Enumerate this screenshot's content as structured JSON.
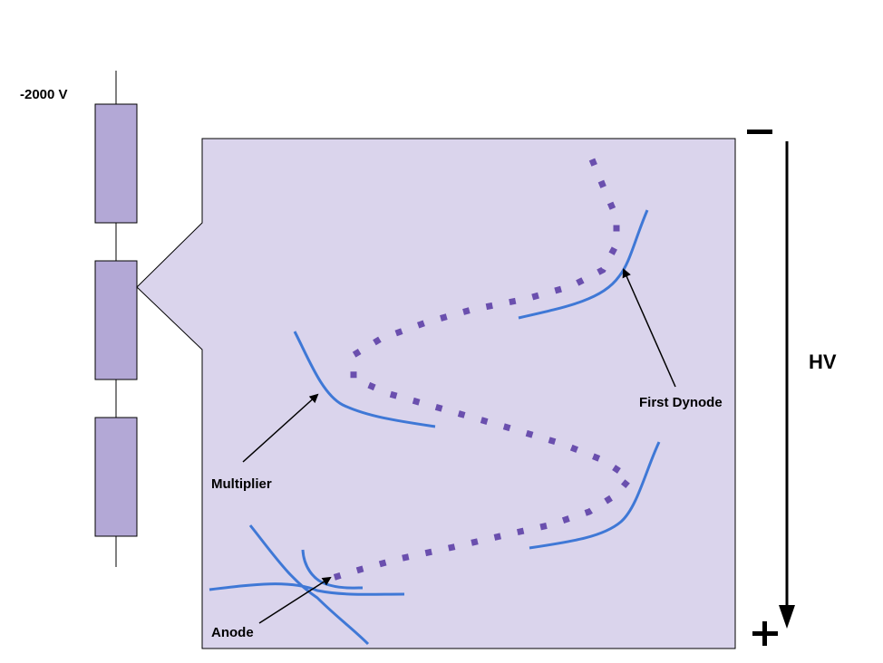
{
  "labels": {
    "voltage": "-2000 V",
    "hv": "HV",
    "first_dynode": "First Dynode",
    "multiplier": "Multiplier",
    "anode": "Anode",
    "minus_sign": "−",
    "plus_sign": "+"
  },
  "colors": {
    "chamber_fill": "#dad4ec",
    "resistor_fill": "#b3a8d6",
    "dynode_stroke": "#3f78d6",
    "electron_path": "#6a4fae",
    "outline": "#000000"
  },
  "icons": {
    "resistor": "resistor-icon",
    "arrow": "arrow-icon"
  }
}
